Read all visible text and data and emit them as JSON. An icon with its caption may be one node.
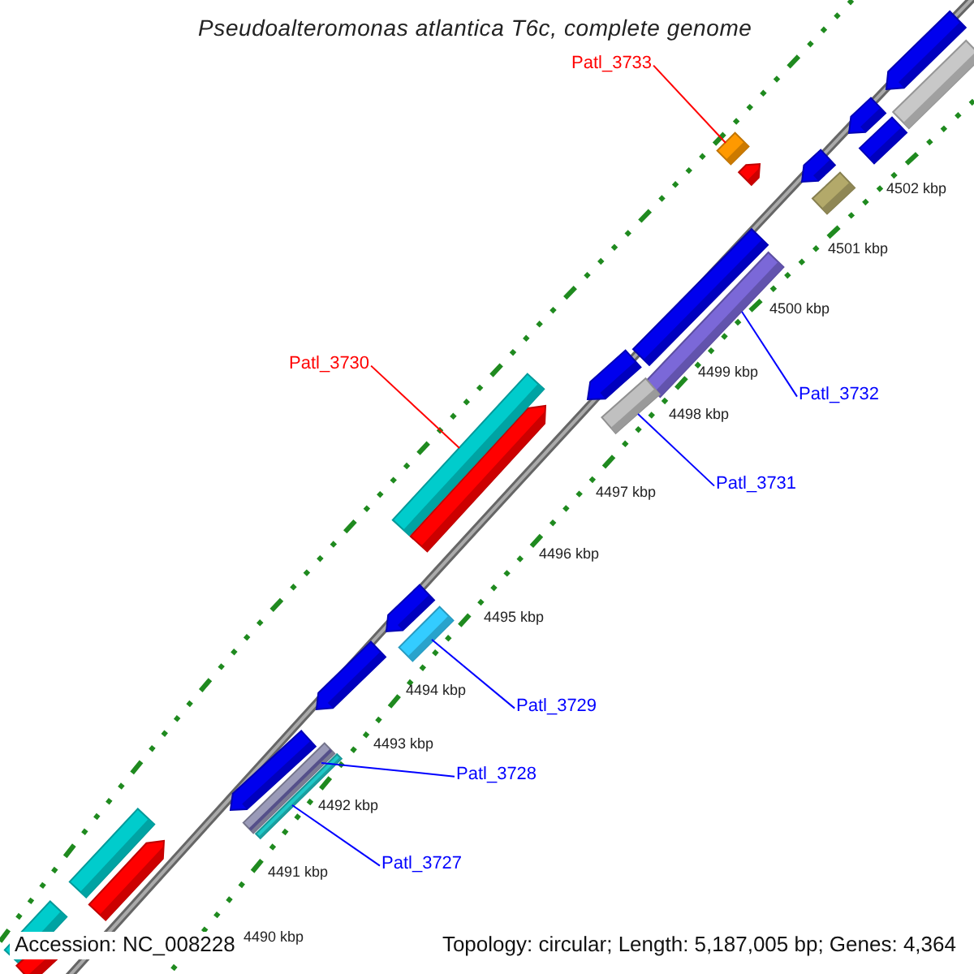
{
  "diagram": {
    "title": "Pseudoalteromonas atlantica T6c, complete genome",
    "nodes": [
      {
        "text": [
          "Patl_3733"
        ]
      },
      {
        "text": [
          "Patl_3730"
        ]
      },
      {
        "text": [
          "Patl_3732"
        ]
      },
      {
        "text": [
          "Patl_3731"
        ]
      },
      {
        "text": [
          "Patl_3729"
        ]
      },
      {
        "text": [
          "Patl_3728"
        ]
      },
      {
        "text": [
          "Patl_3727"
        ]
      },
      {
        "text": [],
        "shape": "bar"
      },
      {
        "text": [],
        "shape": "bar"
      },
      {
        "text": [],
        "shape": "bar"
      },
      {
        "text": [],
        "shape": "bar"
      },
      {
        "text": [],
        "shape": "bar"
      },
      {
        "text": [],
        "shape": "bar"
      },
      {
        "text": [],
        "shape": "bar"
      }
    ],
    "edges": [
      {
        "from": 0,
        "to": 7,
        "arrow": "none",
        "color": "#ff0000"
      },
      {
        "from": 1,
        "to": 10,
        "arrow": "none",
        "color": "#ff0000"
      },
      {
        "from": 2,
        "to": 8,
        "arrow": "none"
      },
      {
        "from": 3,
        "to": 9,
        "arrow": "none"
      },
      {
        "from": 4,
        "to": 11,
        "arrow": "none"
      },
      {
        "from": 5,
        "to": 12,
        "arrow": "none"
      },
      {
        "from": 6,
        "to": 13,
        "arrow": "none"
      }
    ],
    "labels": [
      "4502 kbp",
      "4501 kbp",
      "4500 kbp",
      "4499 kbp",
      "4498 kbp",
      "4497 kbp",
      "4496 kbp",
      "4495 kbp",
      "4494 kbp",
      "4493 kbp",
      "4492 kbp",
      "4491 kbp",
      "4490 kbp",
      "Accession: NC_008228",
      "Topology: circular; Length: 5,187,005 bp; Genes: 4,364"
    ]
  }
}
